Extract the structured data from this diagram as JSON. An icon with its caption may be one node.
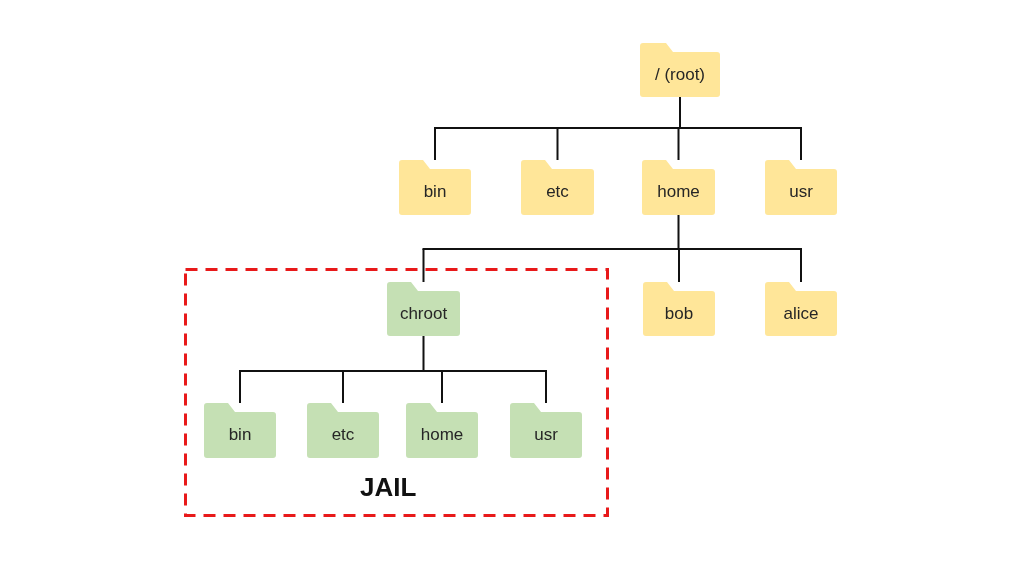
{
  "diagram": {
    "nodes": [
      {
        "text": [
          "/ (root)"
        ]
      },
      {
        "text": [
          "bin"
        ]
      },
      {
        "text": [
          "etc"
        ]
      },
      {
        "text": [
          "home"
        ]
      },
      {
        "text": [
          "usr"
        ]
      },
      {
        "text": [
          "JAIL"
        ]
      },
      {
        "text": [
          "chroot"
        ],
        "in": 5
      },
      {
        "text": [
          "bin"
        ],
        "in": 5
      },
      {
        "text": [
          "etc"
        ],
        "in": 5
      },
      {
        "text": [
          "home"
        ],
        "in": 5
      },
      {
        "text": [
          "usr"
        ],
        "in": 5
      },
      {
        "text": [
          "bob"
        ]
      },
      {
        "text": [
          "alice"
        ]
      }
    ],
    "edges": [
      {
        "from": 0,
        "to": 1,
        "arrow": "none"
      },
      {
        "from": 0,
        "to": 2,
        "arrow": "none"
      },
      {
        "from": 0,
        "to": 3,
        "arrow": "none"
      },
      {
        "from": 0,
        "to": 4,
        "arrow": "none"
      },
      {
        "from": 3,
        "to": 6,
        "arrow": "none"
      },
      {
        "from": 3,
        "to": 11,
        "arrow": "none"
      },
      {
        "from": 3,
        "to": 12,
        "arrow": "none"
      },
      {
        "from": 6,
        "to": 7,
        "arrow": "none"
      },
      {
        "from": 6,
        "to": 8,
        "arrow": "none"
      },
      {
        "from": 6,
        "to": 9,
        "arrow": "none"
      },
      {
        "from": 6,
        "to": 10,
        "arrow": "none"
      }
    ]
  }
}
